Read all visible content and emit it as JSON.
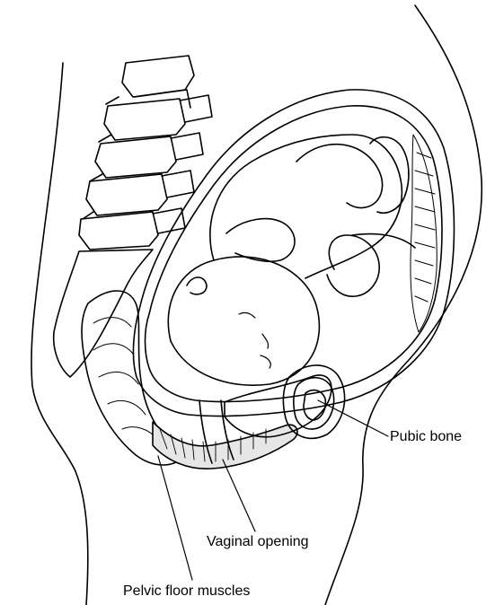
{
  "labels": {
    "pubic_bone": "Pubic bone",
    "vaginal_opening": "Vaginal opening",
    "pelvic_floor_muscles": "Pelvic floor muscles"
  },
  "colors": {
    "ink": "#000000",
    "background": "#ffffff",
    "muscle_shade": "#e6e6e6"
  }
}
